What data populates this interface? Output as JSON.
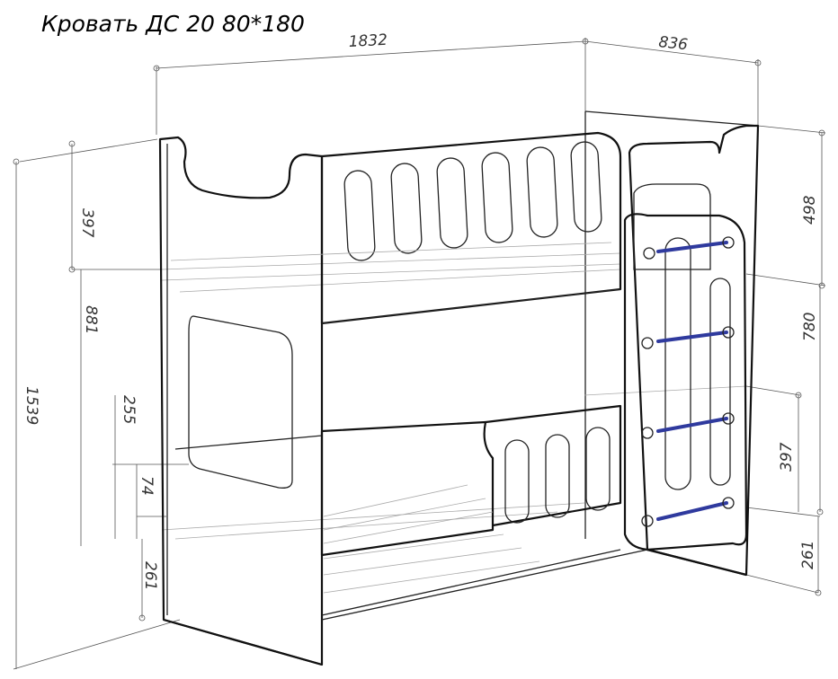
{
  "title": "Кровать ДС 20 80*180",
  "dimensions": {
    "overall_length": "1832",
    "overall_depth": "836",
    "rail_height_top": "397",
    "upper_tier_height": "881",
    "overall_height": "1539",
    "lower_rail": "255",
    "base_gap": "74",
    "leg_height_left": "261",
    "side_top": "498",
    "ladder_upper": "780",
    "lower_rail_right": "397",
    "leg_height_right": "261"
  },
  "colors": {
    "outline": "#111111",
    "ladder_rungs": "#2f3a9e",
    "hidden_lines": "#aaaaaa"
  }
}
